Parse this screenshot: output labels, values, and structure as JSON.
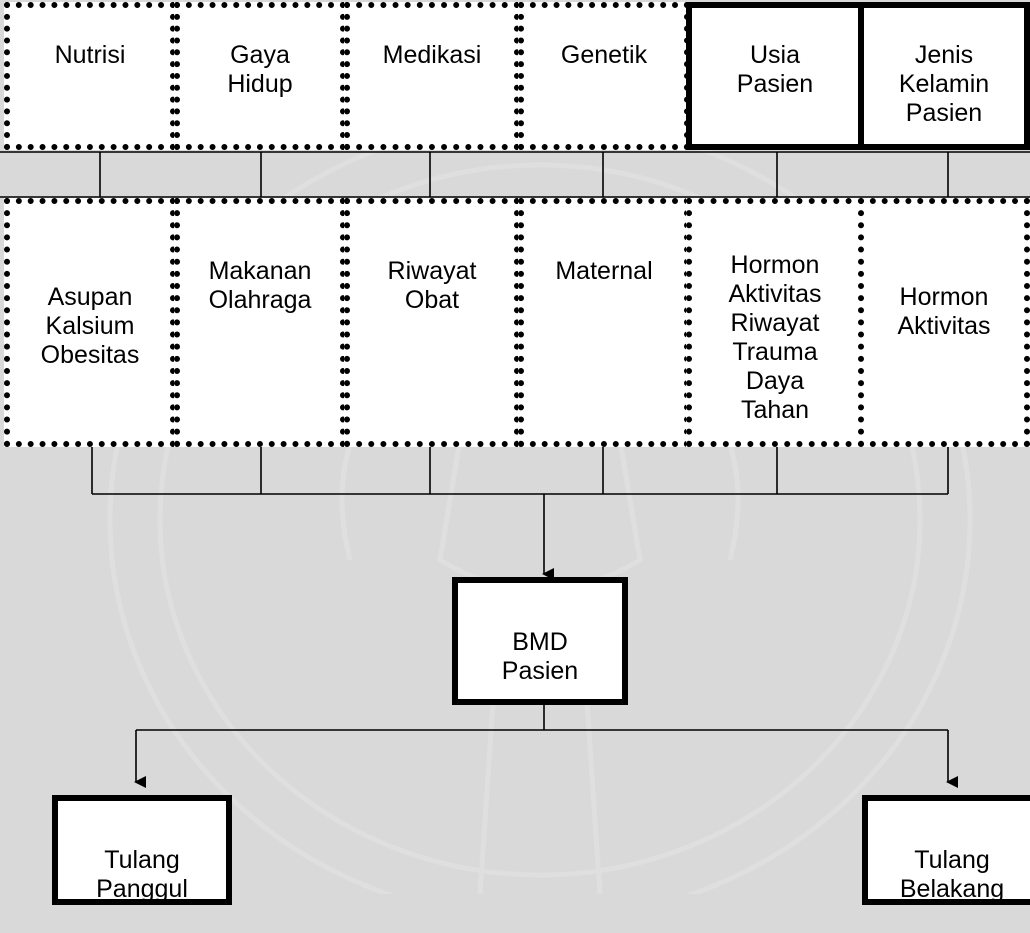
{
  "diagram": {
    "top_row": [
      {
        "id": "nutrisi",
        "label": "Nutrisi",
        "style": "dotted"
      },
      {
        "id": "gaya-hidup",
        "label": "Gaya\nHidup",
        "style": "dotted"
      },
      {
        "id": "medikasi",
        "label": "Medikasi",
        "style": "dotted"
      },
      {
        "id": "genetik",
        "label": "Genetik",
        "style": "dotted"
      },
      {
        "id": "usia-pasien",
        "label": "Usia\nPasien",
        "style": "solid"
      },
      {
        "id": "jenis-kelamin-pasien",
        "label": "Jenis\nKelamin\nPasien",
        "style": "solid"
      }
    ],
    "middle_row": [
      {
        "id": "asupan-kalsium-obesitas",
        "label": "Asupan\nKalsium\nObesitas",
        "style": "dotted"
      },
      {
        "id": "makanan-olahraga",
        "label": "Makanan\nOlahraga",
        "style": "dotted"
      },
      {
        "id": "riwayat-obat",
        "label": "Riwayat\nObat",
        "style": "dotted"
      },
      {
        "id": "maternal",
        "label": "Maternal",
        "style": "dotted"
      },
      {
        "id": "hormon-aktivitas-riwayat",
        "label": "Hormon\nAktivitas\nRiwayat\nTrauma\nDaya\nTahan",
        "style": "dotted"
      },
      {
        "id": "hormon-aktivitas",
        "label": "Hormon\nAktivitas",
        "style": "dotted"
      }
    ],
    "center": {
      "id": "bmd-pasien",
      "label": "BMD\nPasien",
      "style": "solid"
    },
    "outputs": [
      {
        "id": "tulang-panggul",
        "label": "Tulang\nPanggul",
        "style": "solid"
      },
      {
        "id": "tulang-belakang",
        "label": "Tulang\nBelakang",
        "style": "solid"
      }
    ]
  }
}
